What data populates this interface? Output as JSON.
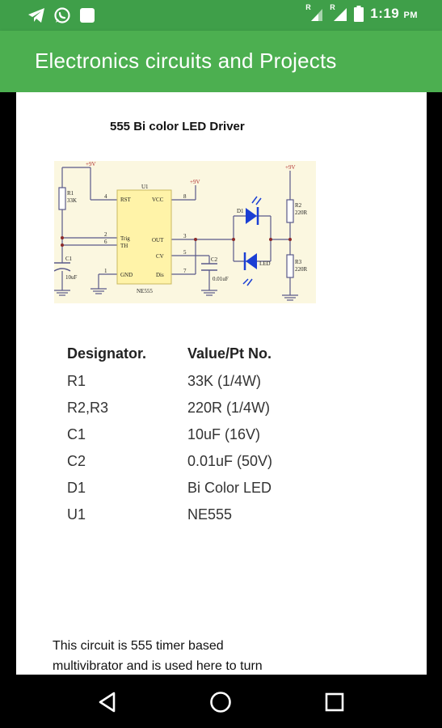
{
  "status_bar": {
    "time": "1:19",
    "ampm": "PM",
    "sim_label_1": "R",
    "sim_label_2": "R",
    "left_icons": [
      "telegram-icon",
      "whatsapp-icon",
      "notification-square-icon"
    ],
    "right_icons": [
      "signal-icon",
      "signal-icon",
      "battery-icon"
    ]
  },
  "app_bar": {
    "title": "Electronics circuits and Projects"
  },
  "article": {
    "circuit_title": "555 Bi color LED Driver",
    "schematic": {
      "supply_labels": [
        "+9V",
        "+9V",
        "+9V"
      ],
      "r1": {
        "name": "R1",
        "value": "33K"
      },
      "r2": {
        "name": "R2",
        "value": "220R"
      },
      "r3": {
        "name": "R3",
        "value": "220R"
      },
      "c1": {
        "name": "C1",
        "value": "10uF"
      },
      "c2": {
        "name": "C2",
        "value": "0.01uF"
      },
      "d1": "D1",
      "led": "LED",
      "u1": "U1",
      "ic": "NE555",
      "pins": {
        "rst": "RST",
        "vcc": "VCC",
        "trig": "Trig",
        "th": "TH",
        "out": "OUT",
        "cv": "CV",
        "gnd": "GND",
        "dis": "Dis"
      },
      "pin_numbers": {
        "p4": "4",
        "p8": "8",
        "p2": "2",
        "p6": "6",
        "p3": "3",
        "p5": "5",
        "p1": "1",
        "p7": "7"
      }
    },
    "table": {
      "headers": [
        "Designator.",
        "Value/Pt No."
      ],
      "rows": [
        [
          "R1",
          "33K (1/4W)"
        ],
        [
          "R2,R3",
          "220R (1/4W)"
        ],
        [
          "C1",
          "10uF (16V)"
        ],
        [
          "C2",
          "0.01uF (50V)"
        ],
        [
          "D1",
          "Bi Color LED"
        ],
        [
          "U1",
          "NE555"
        ]
      ]
    },
    "description_line_1": "This circuit is 555 timer based",
    "description_line_2": "multivibrator and is used here to turn"
  },
  "colors": {
    "status_bar": "#3f9f49",
    "app_bar": "#4caf50",
    "schematic_bg": "#fbf7e0",
    "ic_fill": "#fff3a8",
    "wire": "#5a5a8a",
    "led": "#1b3fd4"
  }
}
